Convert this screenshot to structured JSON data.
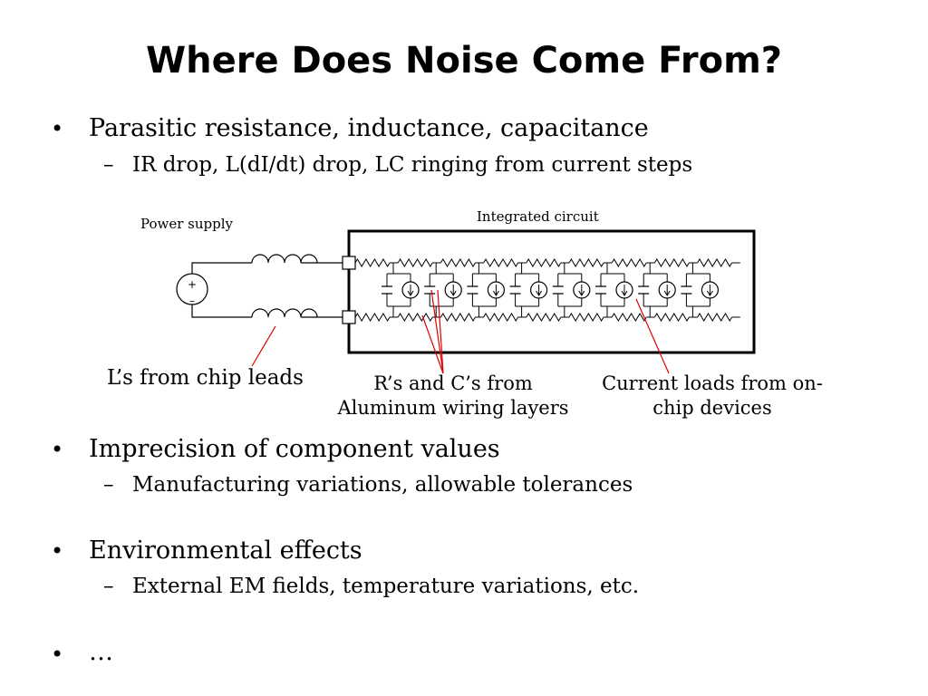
{
  "title": "Where Does Noise Come From?",
  "bullets": [
    {
      "text": "Parasitic resistance, inductance, capacitance",
      "sub": "IR drop, L(dI/dt) drop, LC ringing from current steps"
    },
    {
      "text": "Imprecision of component values",
      "sub": "Manufacturing variations, allowable tolerances"
    },
    {
      "text": "Environmental effects",
      "sub": "External EM fields, temperature variations, etc."
    },
    {
      "text": "…"
    }
  ],
  "diagram": {
    "power_supply_label": "Power supply",
    "ic_label": "Integrated circuit",
    "plus_sign": "+",
    "minus_sign": "–",
    "callouts": {
      "inductors": "L’s from chip leads",
      "rc_line1": "R’s and C’s from",
      "rc_line2": "Aluminum wiring layers",
      "loads_line1": "Current loads from on-",
      "loads_line2": "chip devices"
    },
    "colors": {
      "arrow": "#e00000",
      "wire": "#000000"
    }
  }
}
